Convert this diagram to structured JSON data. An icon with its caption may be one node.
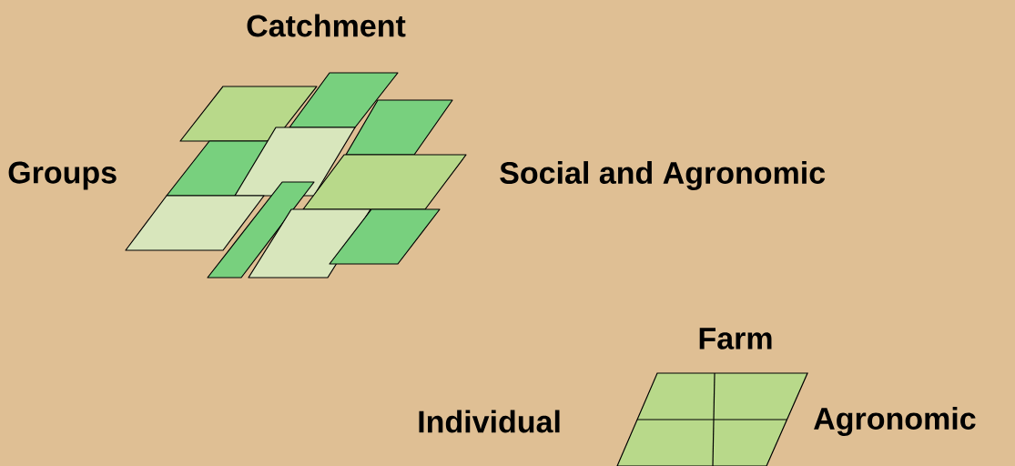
{
  "diagram": {
    "labels": [
      "Catchment",
      "Groups",
      "Social and Agronomic",
      "Farm",
      "Individual",
      "Agronomic"
    ]
  }
}
